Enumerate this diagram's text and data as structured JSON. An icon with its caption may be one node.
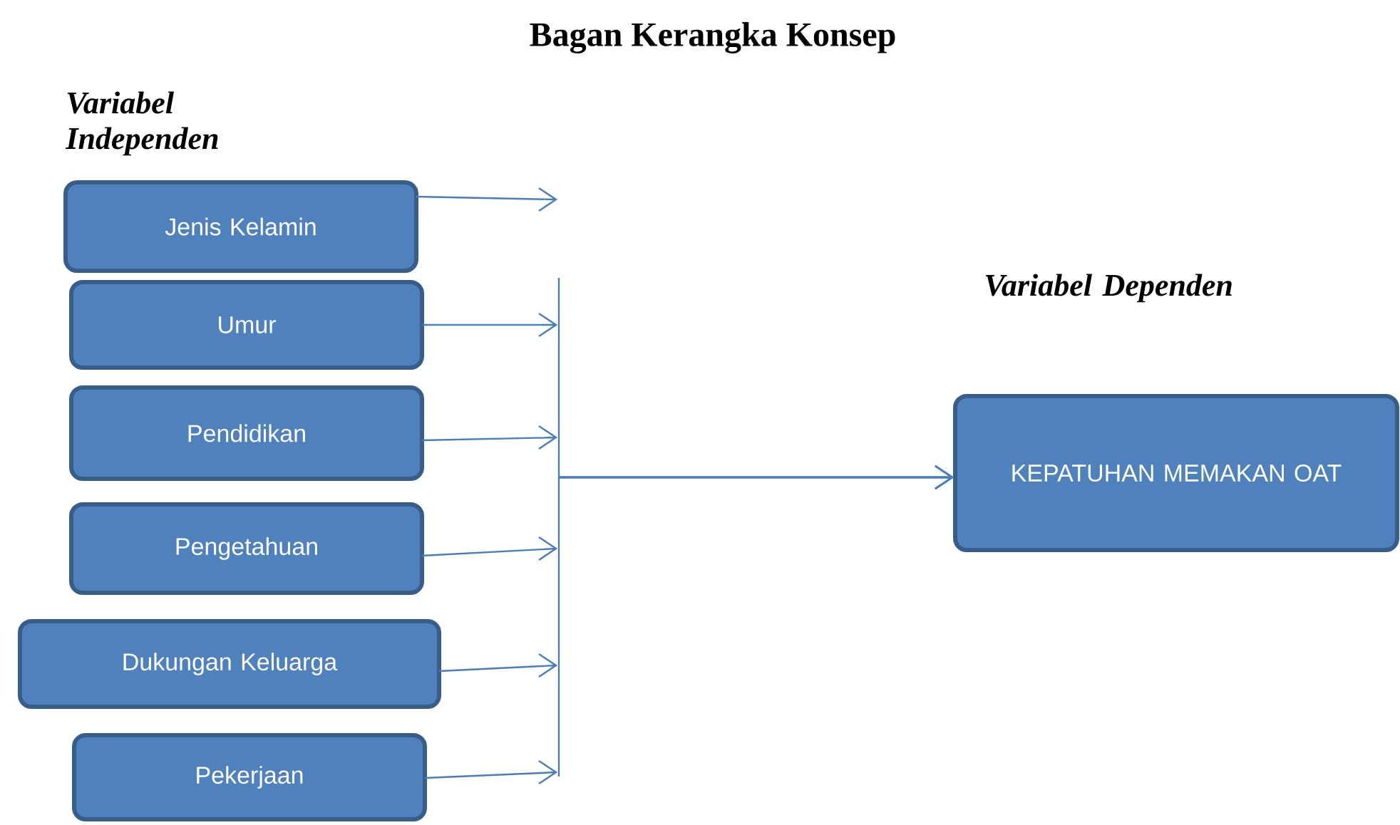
{
  "diagram": {
    "title": "Bagan Kerangka Konsep",
    "nodes": [
      {
        "text": [
          "Jenis Kelamin"
        ]
      },
      {
        "text": [
          "Umur"
        ]
      },
      {
        "text": [
          "Pendidikan"
        ]
      },
      {
        "text": [
          "Pengetahuan"
        ]
      },
      {
        "text": [
          "Dukungan Keluarga"
        ]
      },
      {
        "text": [
          "Pekerjaan"
        ]
      },
      {
        "text": [
          "KEPATUHAN MEMAKAN OAT"
        ]
      }
    ],
    "edges": [
      {
        "from": 0,
        "to": null,
        "arrow": "to"
      },
      {
        "from": 1,
        "to": 6,
        "arrow": "to"
      },
      {
        "from": 2,
        "to": 6,
        "arrow": "to"
      },
      {
        "from": 3,
        "to": 6,
        "arrow": "to"
      },
      {
        "from": 4,
        "to": 6,
        "arrow": "to"
      },
      {
        "from": 5,
        "to": 6,
        "arrow": "to"
      }
    ],
    "labels": [
      "Variabel Independen",
      "Variabel Dependen"
    ]
  }
}
